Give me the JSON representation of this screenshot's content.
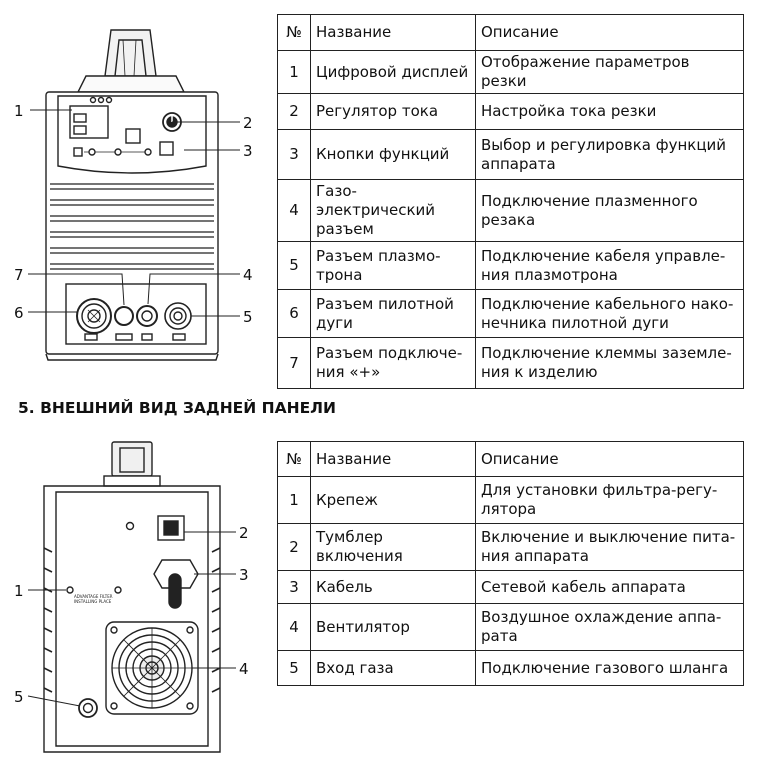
{
  "front_panel": {
    "callouts": [
      "1",
      "2",
      "3",
      "4",
      "5",
      "6",
      "7"
    ],
    "table": {
      "headers": [
        "№",
        "Название",
        "Описание"
      ],
      "rows": [
        [
          "1",
          "Цифровой дисплей",
          "Отображение параметров резки"
        ],
        [
          "2",
          "Регулятор тока",
          "Настройка тока резки"
        ],
        [
          "3",
          "Кнопки функций",
          "Выбор и регулировка функций аппарата"
        ],
        [
          "4",
          "Газо-электрический разъем",
          "Подключение плазменного резака"
        ],
        [
          "5",
          "Разъем плазмо-трона",
          "Подключение кабеля управле-ния плазмотрона"
        ],
        [
          "6",
          "Разъем пилотной дуги",
          "Подключение кабельного нако-нечника пилотной дуги"
        ],
        [
          "7",
          "Разъем подключе-ния «+»",
          "Подключение клеммы заземле-ния к изделию"
        ]
      ]
    }
  },
  "section": {
    "title": "5. ВНЕШНИЙ ВИД ЗАДНЕЙ ПАНЕЛИ"
  },
  "rear_panel": {
    "callouts": [
      "1",
      "2",
      "3",
      "4",
      "5"
    ],
    "plate_text": [
      "ADVANTAGE FILTER",
      "INSTALLING PLACE"
    ],
    "table": {
      "headers": [
        "№",
        "Название",
        "Описание"
      ],
      "rows": [
        [
          "1",
          "Крепеж",
          "Для установки фильтра-регу-лятора"
        ],
        [
          "2",
          "Тумблер включения",
          "Включение и выключение пита-ния аппарата"
        ],
        [
          "3",
          "Кабель",
          "Сетевой кабель аппарата"
        ],
        [
          "4",
          "Вентилятор",
          "Воздушное охлаждение аппа-рата"
        ],
        [
          "5",
          "Вход газа",
          "Подключение газового шланга"
        ]
      ]
    }
  }
}
